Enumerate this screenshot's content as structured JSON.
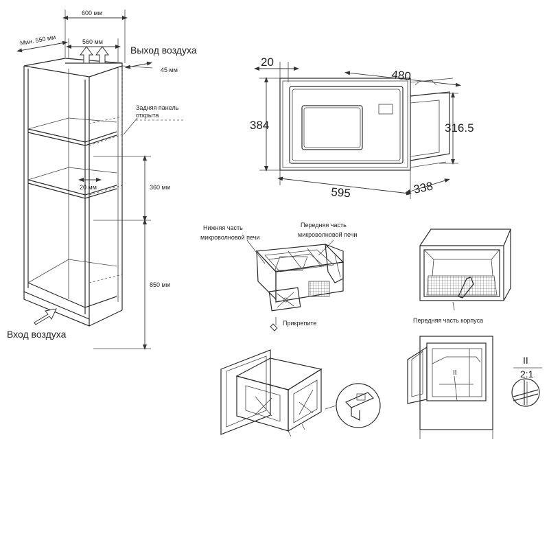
{
  "cabinet": {
    "width_label": "600 мм",
    "min_depth_label": "Мин. 550 мм",
    "vent_width_label": "560 мм",
    "air_out_label": "Выход воздуха",
    "gap_label": "45 мм",
    "rear_panel_label": "Задняя панель открыта",
    "rear_panel_line1": "Задняя панель",
    "rear_panel_line2": "открыта",
    "shelf_offset_label": "20 мм",
    "niche_height_label": "360 мм",
    "floor_height_label": "850 мм",
    "air_in_label": "Вход воздуха"
  },
  "microwave_dims": {
    "frame_thickness": "20",
    "depth": "480",
    "frame_height": "384",
    "body_height": "316.5",
    "frame_width": "595",
    "side_depth": "338"
  },
  "assembly": {
    "bottom_part_line1": "Нижняя часть",
    "bottom_part_line2": "микроволновой печи",
    "front_part_line1": "Передняя часть",
    "front_part_line2": "микроволновой печи",
    "attach_label": "Прикрепите",
    "case_front_label": "Передняя часть корпуса",
    "detail_label": "II",
    "scale_label": "2:1"
  }
}
